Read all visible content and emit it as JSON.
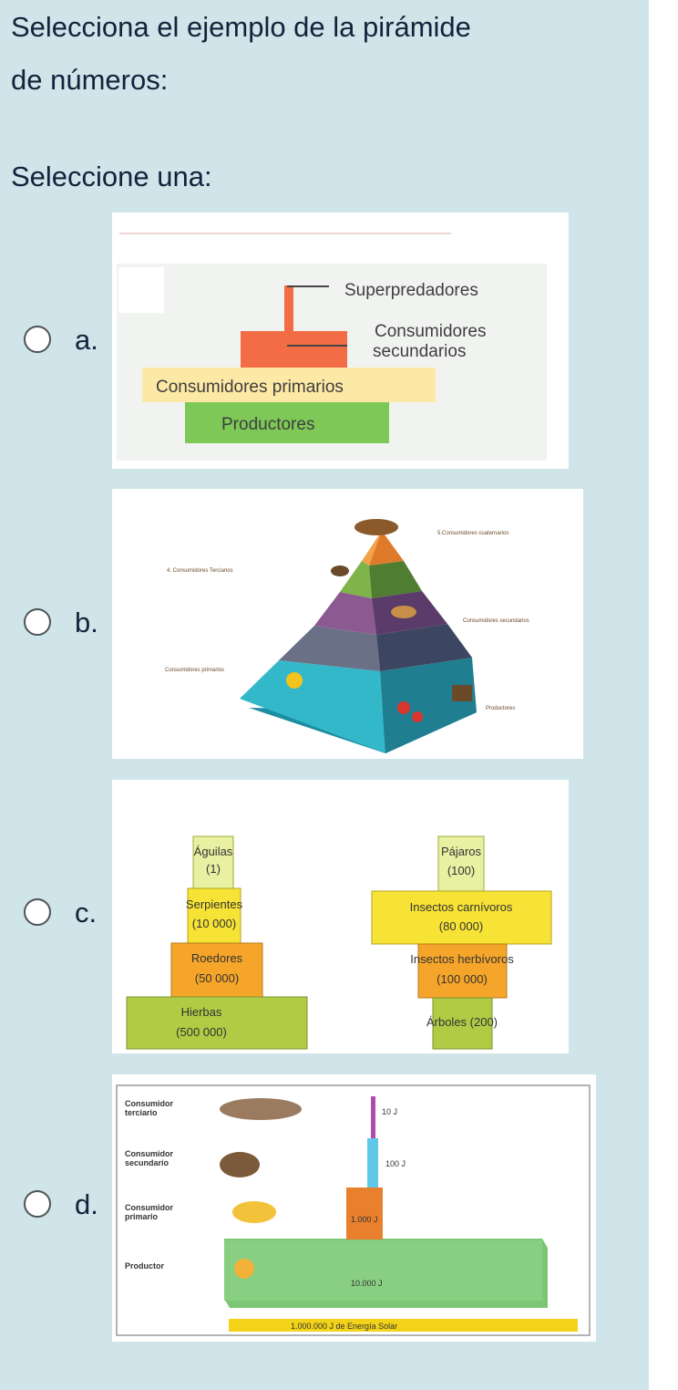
{
  "question": {
    "line1": "Selecciona el ejemplo de la pirámide",
    "line2": "de números:",
    "select_one": "Seleccione una:"
  },
  "options": [
    {
      "letter": "a.",
      "image": {
        "labels": {
          "super": "Superpredadores",
          "sec1": "Consumidores",
          "sec2": "secundarios",
          "prim": "Consumidores primarios",
          "prod": "Productores"
        }
      }
    },
    {
      "letter": "b.",
      "image": {
        "labels": {
          "l5": "5.Consumidores cuaternarios",
          "l4": "4. Consumidores Terciarios",
          "l3": "Consumidores secundarios",
          "l2": "Consumidores primarios",
          "l1": "Productores"
        }
      }
    },
    {
      "letter": "c.",
      "image": {
        "left": {
          "aguilas": "Águilas",
          "aguilas_n": "(1)",
          "serpientes": "Serpientes",
          "serpientes_n": "(10 000)",
          "roedores": "Roedores",
          "roedores_n": "(50 000)",
          "hierbas": "Hierbas",
          "hierbas_n": "(500 000)"
        },
        "right": {
          "pajaros": "Pájaros",
          "pajaros_n": "(100)",
          "carnivoros": "Insectos carnívoros",
          "carnivoros_n": "(80 000)",
          "herbivoros": "Insectos herbívoros",
          "herbivoros_n": "(100 000)",
          "arboles": "Árboles (200)"
        }
      }
    },
    {
      "letter": "d.",
      "image": {
        "labels": {
          "terc1": "Consumidor",
          "terc2": "terciario",
          "sec1": "Consumidor",
          "sec2": "secundario",
          "prim1": "Consumidor",
          "prim2": "primario",
          "prod": "Productor",
          "e10": "10 J",
          "e100": "100 J",
          "e1000": "1.000 J",
          "e10000": "10.000 J",
          "solar": "1.000.000 J  de Energía Solar"
        }
      }
    }
  ],
  "colors": {
    "panel_bg": "#cfe5e9",
    "text": "#16213b",
    "radio_border": "#4f5357"
  }
}
